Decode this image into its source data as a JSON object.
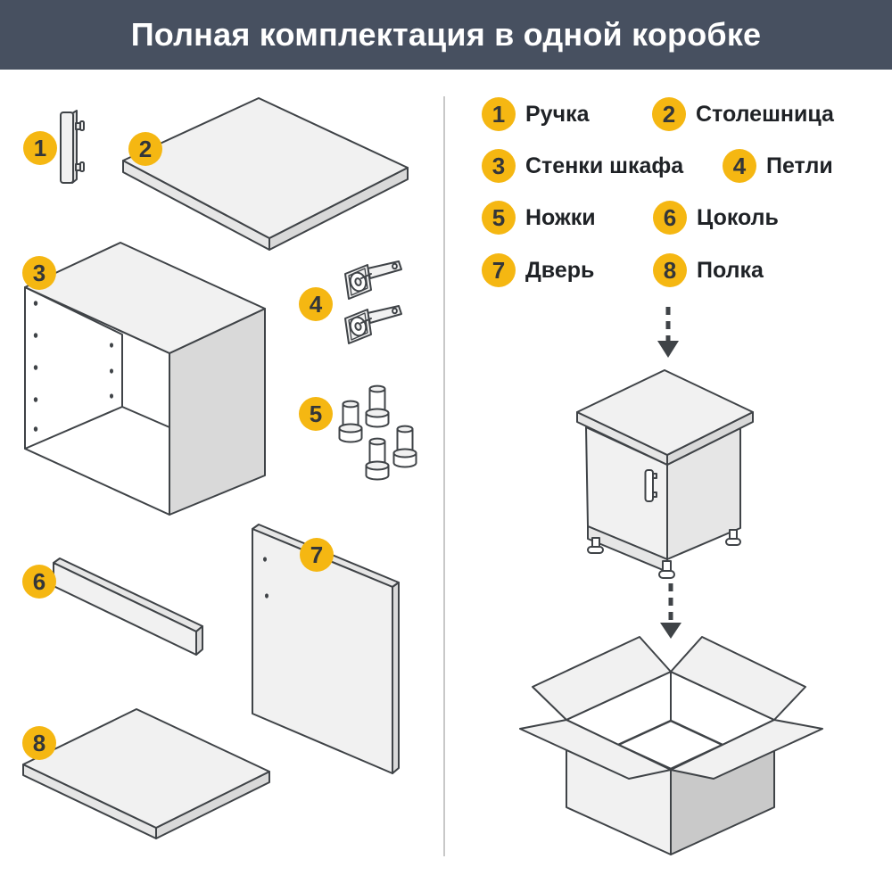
{
  "header": {
    "title": "Полная комплектация в одной коробке"
  },
  "legend": {
    "items": [
      {
        "num": "1",
        "label": "Ручка",
        "name": "handle"
      },
      {
        "num": "2",
        "label": "Столешница",
        "name": "countertop"
      },
      {
        "num": "3",
        "label": "Стенки шкафа",
        "name": "cabinet-walls"
      },
      {
        "num": "4",
        "label": "Петли",
        "name": "hinges"
      },
      {
        "num": "5",
        "label": "Ножки",
        "name": "legs"
      },
      {
        "num": "6",
        "label": "Цоколь",
        "name": "plinth"
      },
      {
        "num": "7",
        "label": "Дверь",
        "name": "door"
      },
      {
        "num": "8",
        "label": "Полка",
        "name": "shelf"
      }
    ]
  },
  "colors": {
    "header_bg": "#475060",
    "header_text": "#FFFFFF",
    "badge_bg": "#F5B712",
    "badge_text": "#33363A",
    "stroke": "#3F4347",
    "divider": "#C8C8C8",
    "fill_light": "#F1F1F1",
    "fill_mid": "#E6E6E6",
    "fill_dark": "#D9D9D9",
    "fill_darker": "#C9C9C9"
  }
}
